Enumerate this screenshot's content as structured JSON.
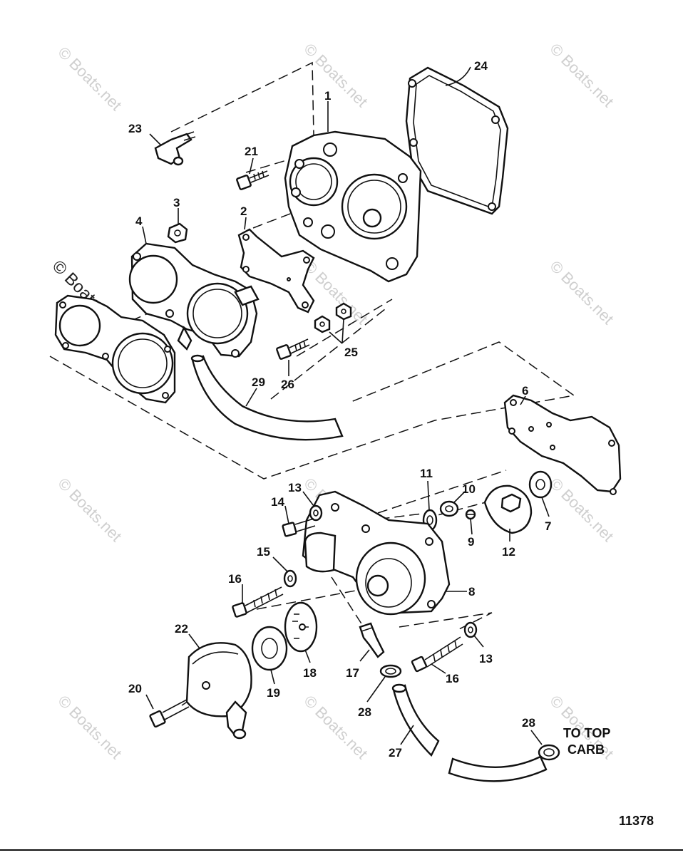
{
  "watermark": "© Boats.net",
  "labels": {
    "p1": "1",
    "p2": "2",
    "p3": "3",
    "p4": "4",
    "p6": "6",
    "p7": "7",
    "p8": "8",
    "p9": "9",
    "p10": "10",
    "p11": "11",
    "p12": "12",
    "p13a": "13",
    "p13b": "13",
    "p14": "14",
    "p15": "15",
    "p16a": "16",
    "p16b": "16",
    "p17": "17",
    "p18": "18",
    "p19": "19",
    "p20": "20",
    "p21": "21",
    "p22": "22",
    "p23": "23",
    "p24": "24",
    "p25": "25",
    "p26": "26",
    "p27": "27",
    "p28a": "28",
    "p28b": "28",
    "p29": "29"
  },
  "note_line1": "TO TOP",
  "note_line2": "CARB",
  "figure_number": "11378"
}
